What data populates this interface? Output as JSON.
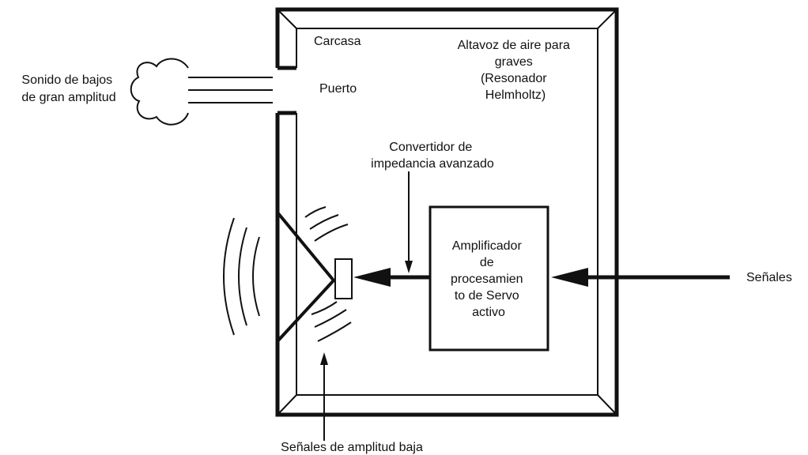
{
  "labels": {
    "casing": "Carcasa",
    "port": "Puerto",
    "bass_sound": [
      "Sonido de bajos",
      "de gran amplitud"
    ],
    "air_woofer": [
      "Altavoz de aire para",
      "graves",
      "(Resonador",
      "Helmholtz)"
    ],
    "converter": [
      "Convertidor de",
      "impedancia avanzado"
    ],
    "amplifier": [
      "Amplificador",
      "de",
      "procesamien",
      "to de Servo",
      "activo"
    ],
    "signals": "Señales",
    "low_signals": "Señales de amplitud baja"
  },
  "colors": {
    "stroke": "#111111",
    "background": "#ffffff"
  }
}
